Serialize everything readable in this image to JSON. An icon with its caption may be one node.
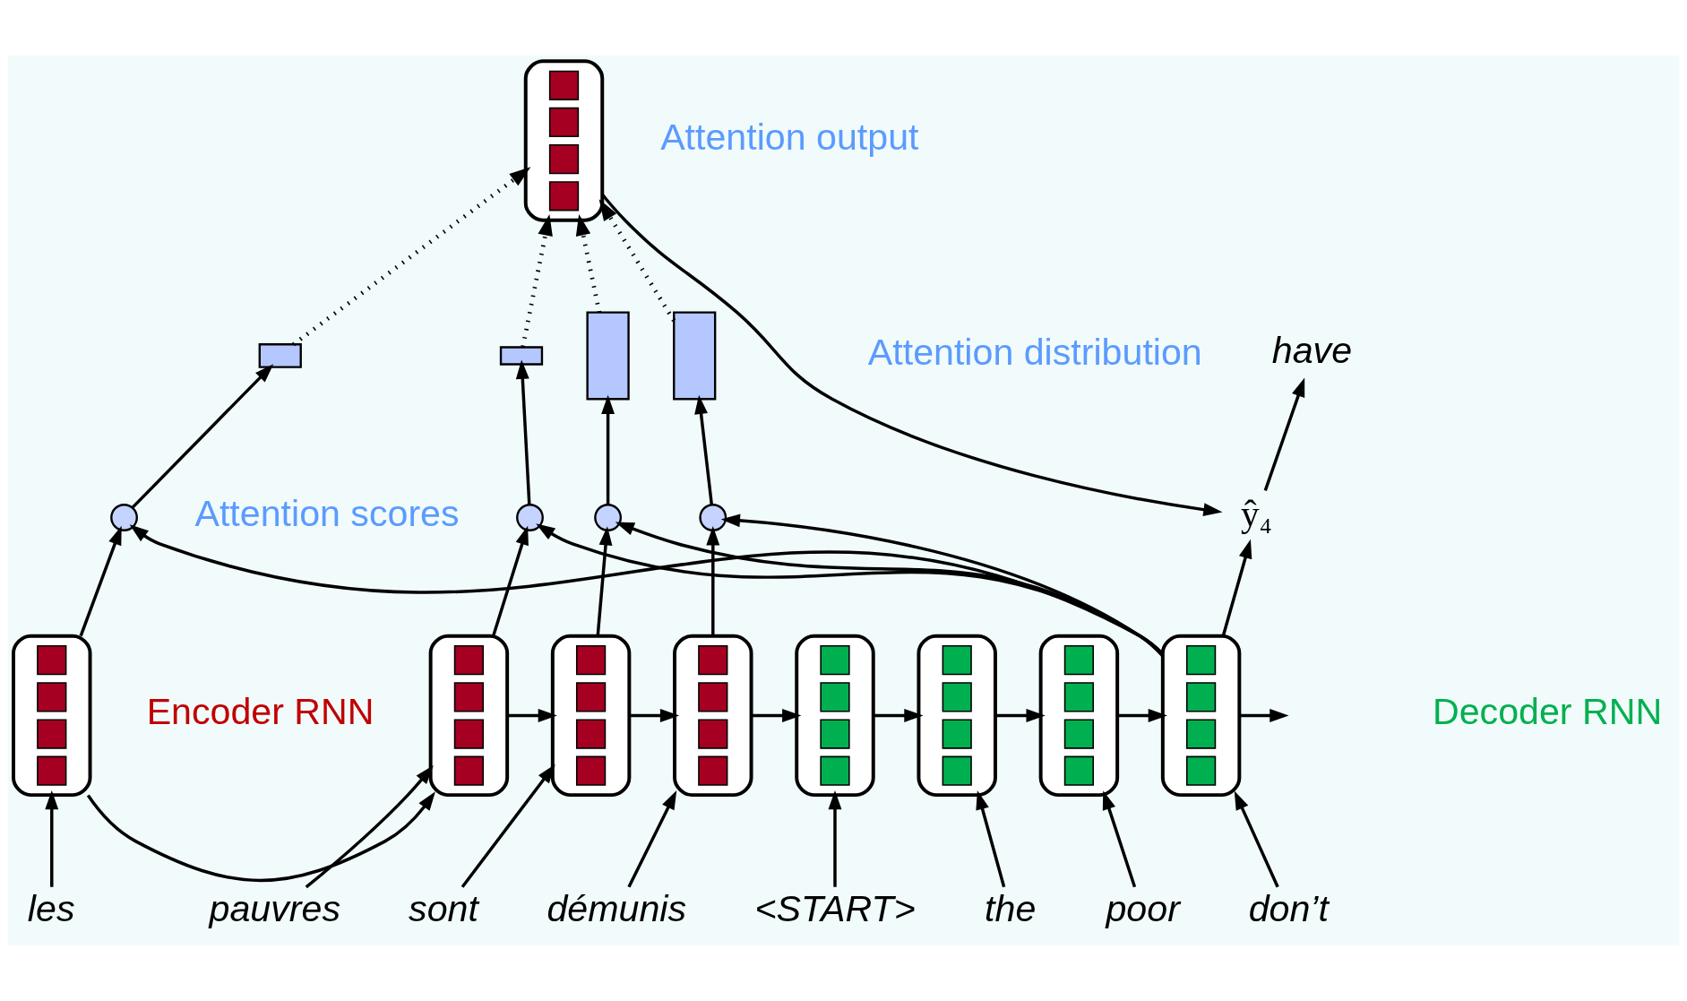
{
  "diagram": {
    "nodes": [
      {
        "text": [
          "les"
        ]
      },
      {
        "text": [
          "pauvres"
        ]
      },
      {
        "text": [
          "sont"
        ]
      },
      {
        "text": [
          "démunis"
        ]
      },
      {
        "text": [
          "<START>"
        ]
      },
      {
        "text": [
          "the"
        ]
      },
      {
        "text": [
          "poor"
        ]
      },
      {
        "text": [
          "don’t"
        ]
      },
      {
        "text": [],
        "shape": "box"
      },
      {
        "text": [],
        "shape": "box"
      },
      {
        "text": [],
        "shape": "box"
      },
      {
        "text": [],
        "shape": "box"
      },
      {
        "text": [],
        "shape": "box"
      },
      {
        "text": [],
        "shape": "box"
      },
      {
        "text": [],
        "shape": "box"
      },
      {
        "text": [],
        "shape": "box"
      },
      {
        "text": [],
        "shape": "circle"
      },
      {
        "text": [],
        "shape": "circle"
      },
      {
        "text": [],
        "shape": "circle"
      },
      {
        "text": [],
        "shape": "circle"
      },
      {
        "text": [],
        "shape": "bar"
      },
      {
        "text": [],
        "shape": "bar"
      },
      {
        "text": [],
        "shape": "bar"
      },
      {
        "text": [],
        "shape": "bar"
      },
      {
        "text": [],
        "shape": "box",
        "beside": [
          "Attention output"
        ]
      },
      {
        "text": [
          "ŷ₄"
        ]
      },
      {
        "text": [
          "have"
        ]
      }
    ],
    "edges": [
      {
        "from": 0,
        "to": 8,
        "arrow": "to"
      },
      {
        "from": 1,
        "to": 9,
        "arrow": "to"
      },
      {
        "from": 2,
        "to": 10,
        "arrow": "to"
      },
      {
        "from": 3,
        "to": 11,
        "arrow": "to"
      },
      {
        "from": 4,
        "to": 12,
        "arrow": "to"
      },
      {
        "from": 5,
        "to": 13,
        "arrow": "to"
      },
      {
        "from": 6,
        "to": 14,
        "arrow": "to"
      },
      {
        "from": 7,
        "to": 15,
        "arrow": "to"
      },
      {
        "from": 8,
        "to": 9,
        "arrow": "to"
      },
      {
        "from": 9,
        "to": 10,
        "arrow": "to"
      },
      {
        "from": 10,
        "to": 11,
        "arrow": "to"
      },
      {
        "from": 11,
        "to": 12,
        "arrow": "to"
      },
      {
        "from": 12,
        "to": 13,
        "arrow": "to"
      },
      {
        "from": 13,
        "to": 14,
        "arrow": "to"
      },
      {
        "from": 14,
        "to": 15,
        "arrow": "to"
      },
      {
        "from": 15,
        "to": null,
        "arrow": "to"
      },
      {
        "from": 8,
        "to": 16,
        "arrow": "to"
      },
      {
        "from": 9,
        "to": 17,
        "arrow": "to"
      },
      {
        "from": 10,
        "to": 18,
        "arrow": "to"
      },
      {
        "from": 11,
        "to": 19,
        "arrow": "to"
      },
      {
        "from": 15,
        "to": 16,
        "arrow": "to"
      },
      {
        "from": 15,
        "to": 17,
        "arrow": "to"
      },
      {
        "from": 15,
        "to": 18,
        "arrow": "to"
      },
      {
        "from": 15,
        "to": 19,
        "arrow": "to"
      },
      {
        "from": 16,
        "to": 20,
        "arrow": "to"
      },
      {
        "from": 17,
        "to": 21,
        "arrow": "to"
      },
      {
        "from": 18,
        "to": 22,
        "arrow": "to"
      },
      {
        "from": 19,
        "to": 23,
        "arrow": "to"
      },
      {
        "from": 20,
        "to": 24,
        "arrow": "to",
        "style": "dashed"
      },
      {
        "from": 21,
        "to": 24,
        "arrow": "to",
        "style": "dashed"
      },
      {
        "from": 22,
        "to": 24,
        "arrow": "to",
        "style": "dashed"
      },
      {
        "from": 23,
        "to": 24,
        "arrow": "to",
        "style": "dashed"
      },
      {
        "from": 24,
        "to": 25,
        "arrow": "to"
      },
      {
        "from": 15,
        "to": 25,
        "arrow": "to"
      },
      {
        "from": 25,
        "to": 26,
        "arrow": "to"
      }
    ],
    "labels": [
      "Attention distribution",
      "Attention scores",
      "Encoder RNN",
      "Decoder RNN"
    ]
  }
}
